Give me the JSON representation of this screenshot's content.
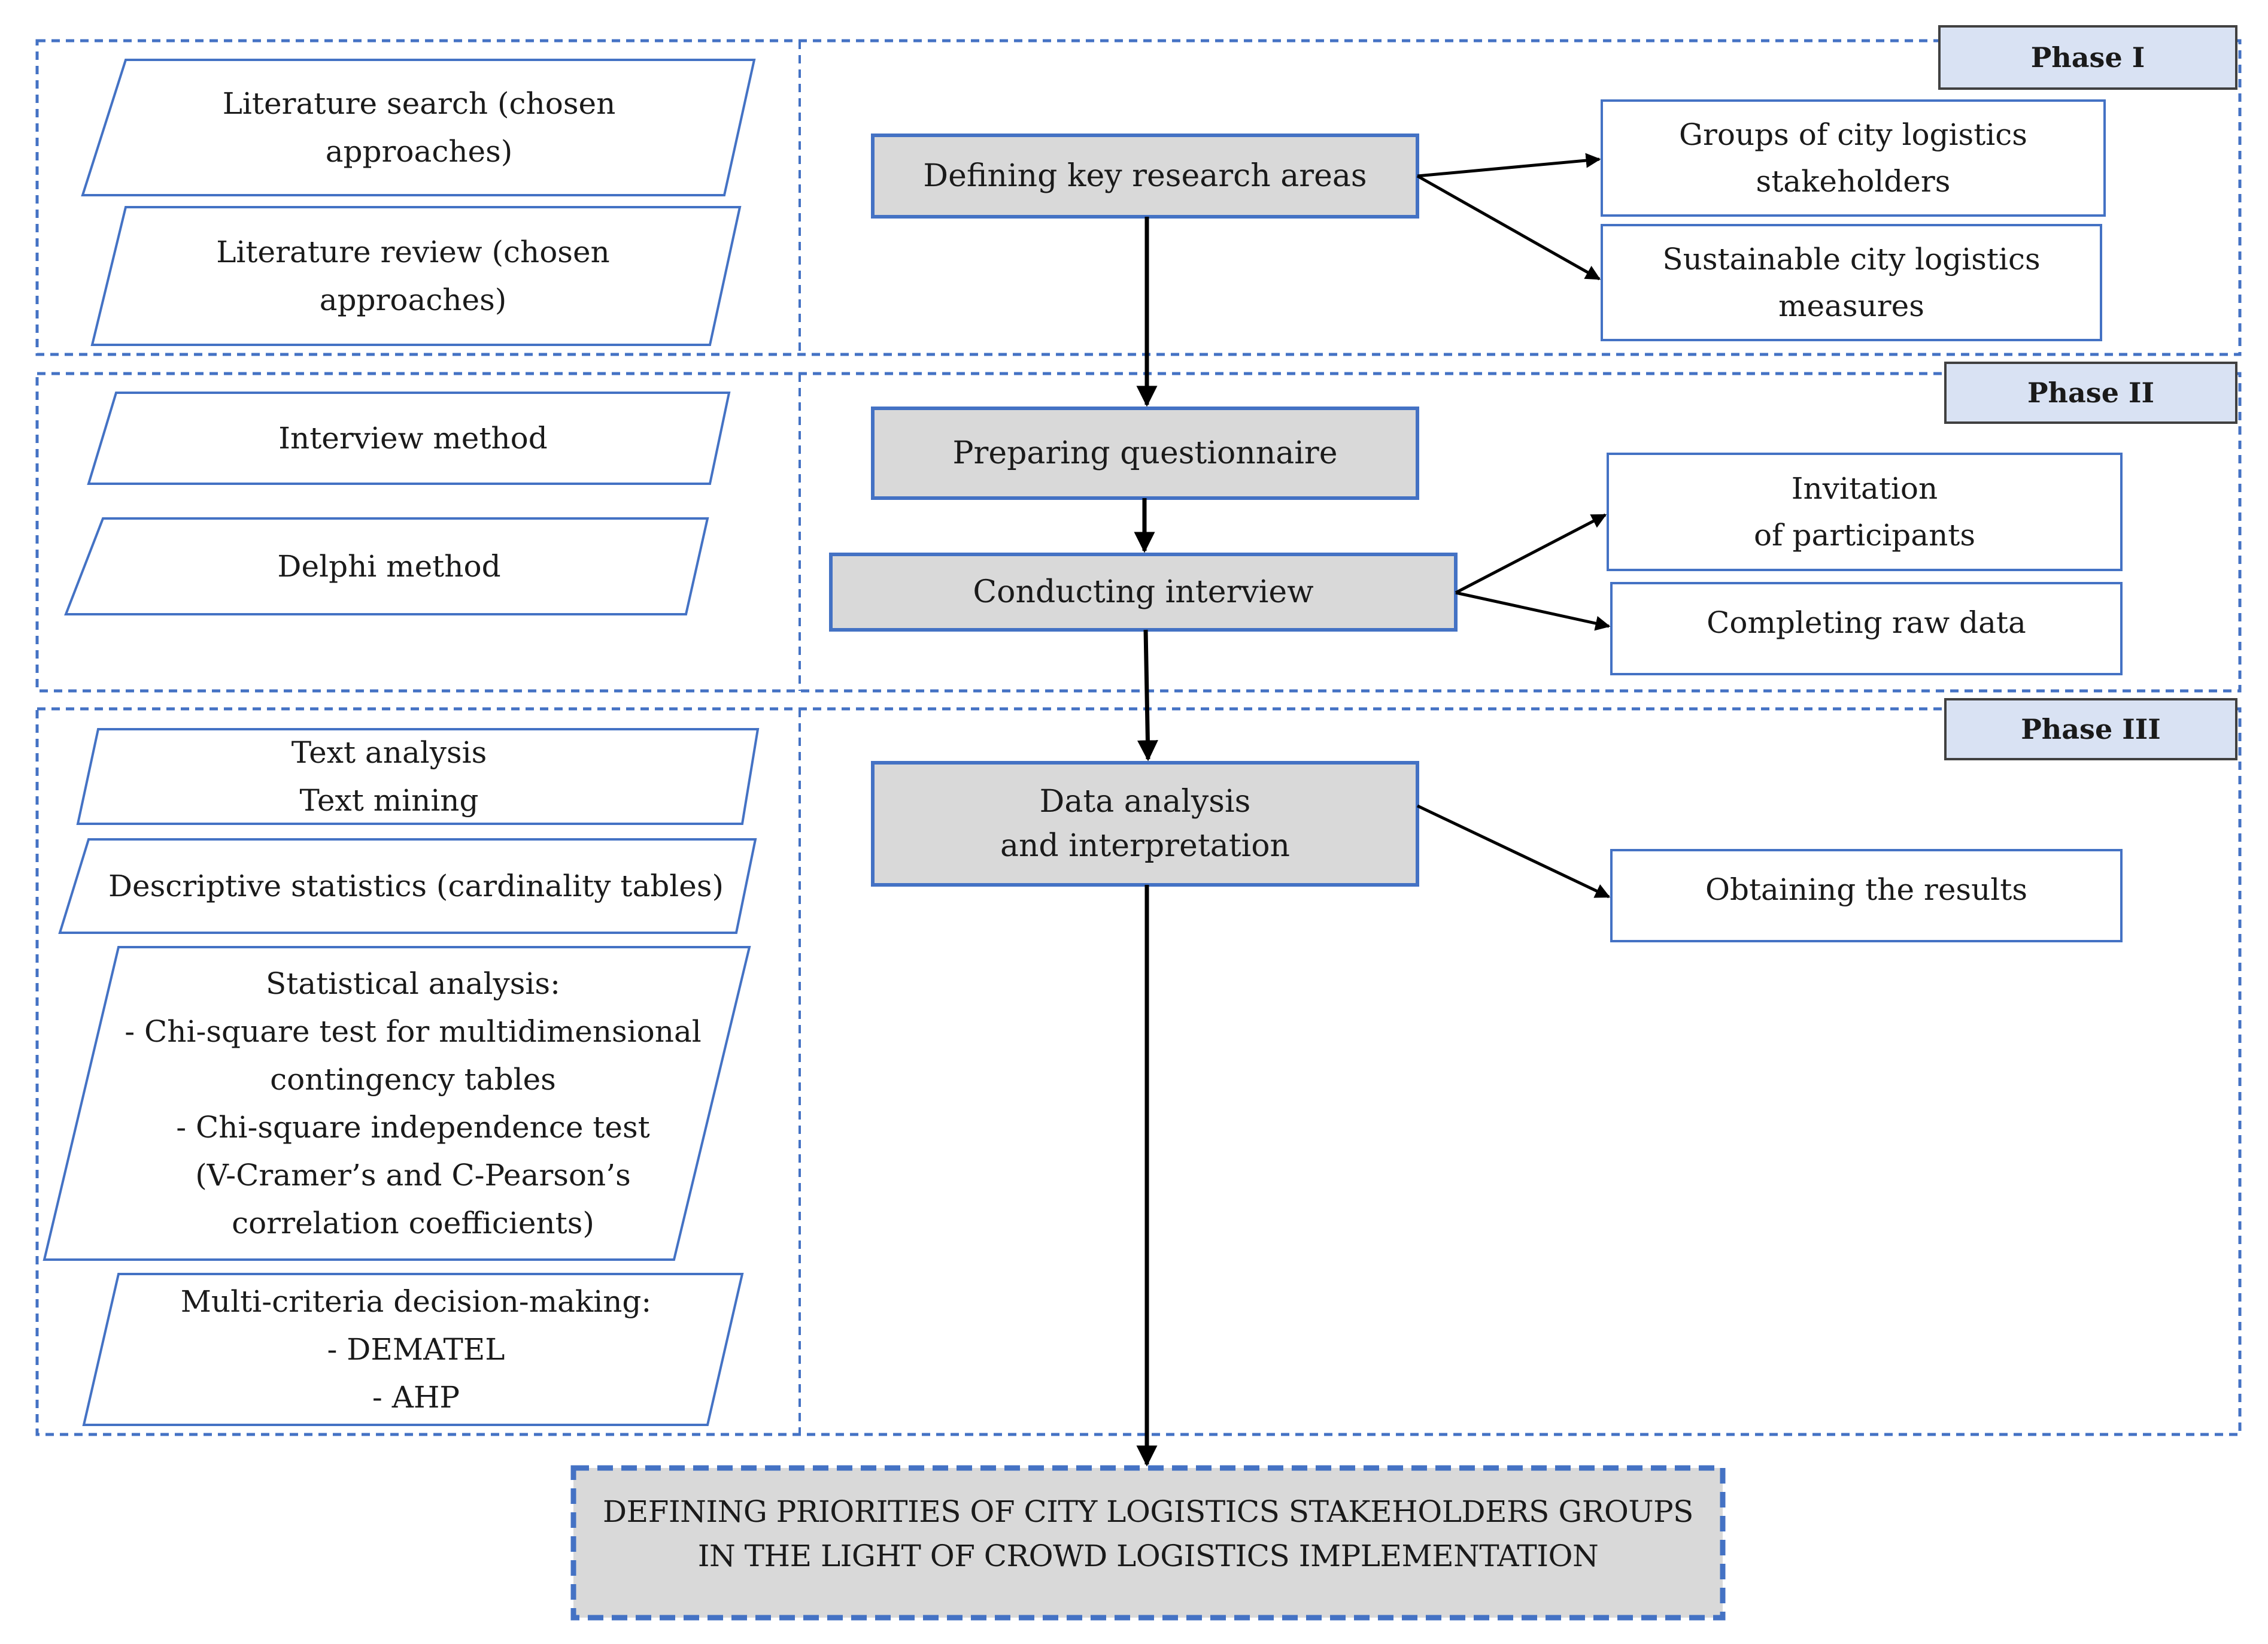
{
  "phases": [
    {
      "label": "Phase I"
    },
    {
      "label": "Phase II"
    },
    {
      "label": "Phase III"
    }
  ],
  "methods": [
    "Literature search (chosen\napproaches)",
    "Literature review (chosen\napproaches)",
    "Interview method",
    "Delphi method",
    "Text analysis\nText mining",
    "Descriptive statistics (cardinality tables)",
    "Statistical analysis:\n- Chi-square test for multidimensional\ncontingency tables\n- Chi-square independence test\n(V-Cramer’s and C-Pearson’s\ncorrelation coefficients)",
    "Multi-criteria decision-making:\n- DEMATEL\n- AHP"
  ],
  "process_steps": [
    "Defining key research areas",
    "Preparing questionnaire",
    "Conducting  interview",
    "Data analysis\nand interpretation"
  ],
  "outputs": [
    "Groups of city logistics\nstakeholders",
    "Sustainable city logistics\nmeasures",
    "Invitation\nof participants",
    "Completing raw data",
    "Obtaining the results"
  ],
  "final_outcome": "DEFINING PRIORITIES OF CITY LOGISTICS STAKEHOLDERS GROUPS\nIN THE LIGHT OF CROWD LOGISTICS IMPLEMENTATION",
  "colors": {
    "box_border": "#4472c4",
    "process_fill": "#d9d9d9",
    "phase_tab_fill": "#d9e2f3",
    "line": "#000000"
  }
}
